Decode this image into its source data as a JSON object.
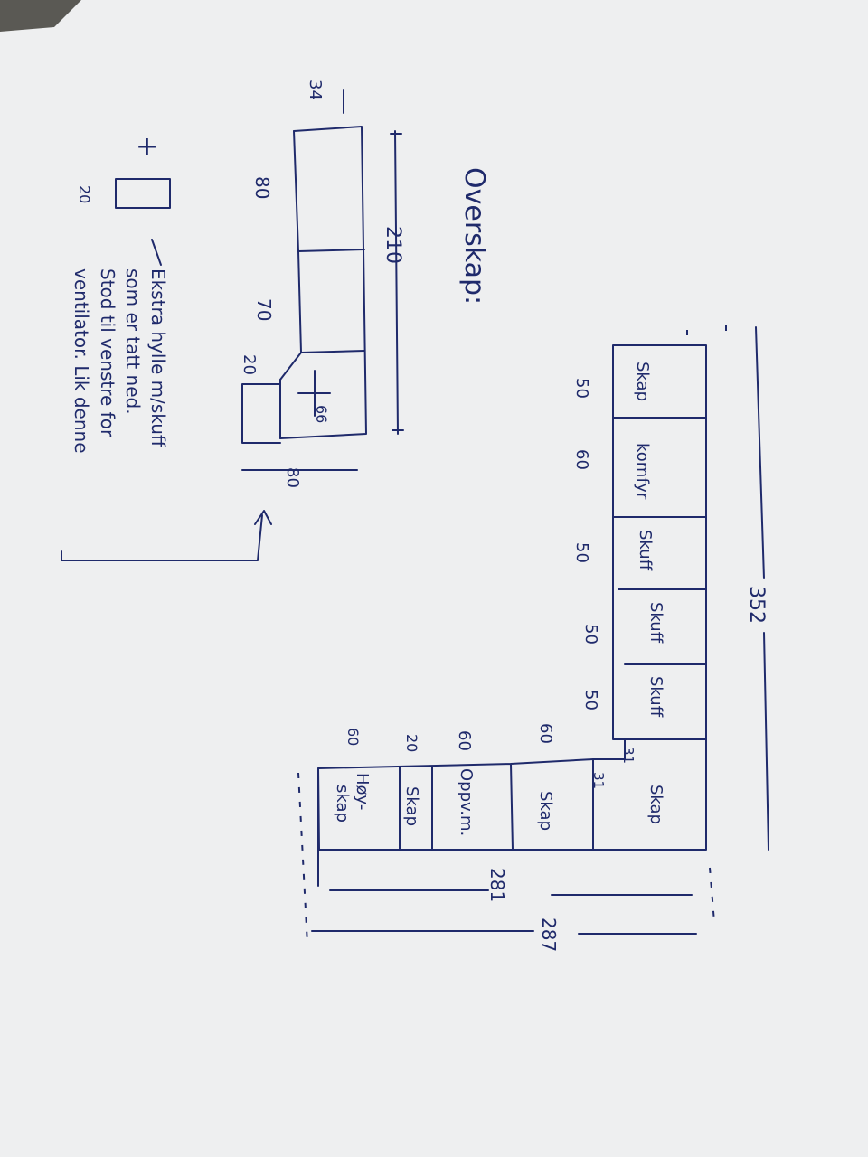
{
  "top_cabinets": {
    "heading": "Overskap:",
    "dimension_210": "210",
    "dimension_34": "34",
    "dimension_80_left": "80",
    "dimension_70": "70",
    "dimension_20": "20",
    "dimension_66": "66",
    "dimension_80_right": "80"
  },
  "extra_note": {
    "plus": "+",
    "size_20": "20",
    "line1": "Ekstra hylle m/skuff",
    "line2": "som er tatt ned.",
    "line3": "Stod til venstre for",
    "line4": "ventilator. Lik denne"
  },
  "base_run": {
    "total": "352",
    "cells": [
      {
        "label": "Skap",
        "width": "50"
      },
      {
        "label": "komfyr",
        "width": "60"
      },
      {
        "label": "Skuff",
        "width": "50"
      },
      {
        "label": "Skuff",
        "width": "50"
      },
      {
        "label": "Skuff",
        "width": "50"
      }
    ],
    "corner_label": "Skap",
    "corner_dim_a": "31",
    "corner_dim_b": "31"
  },
  "side_run": {
    "cells": [
      {
        "label": "Skap",
        "width": "60"
      },
      {
        "label": "Oppv.m.",
        "width": "60"
      },
      {
        "label": "Skap",
        "width": "20"
      },
      {
        "label": "Høy-\nskap",
        "width": "60"
      }
    ],
    "tall_label_line1": "Høy-",
    "tall_label_line2": "skap",
    "total_281": "281",
    "total_287": "287"
  }
}
